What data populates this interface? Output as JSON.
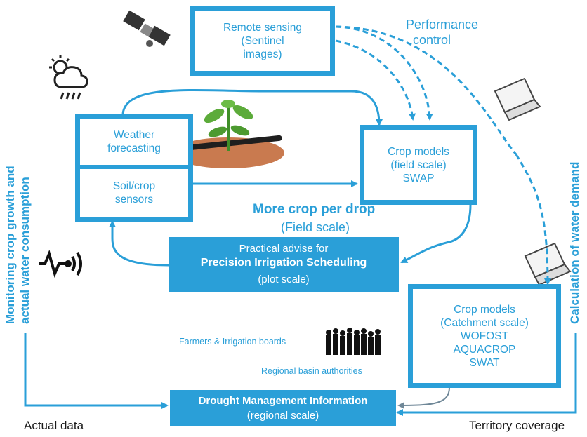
{
  "remote_sensing": [
    "Remote sensing",
    "(Sentinel",
    "images)"
  ],
  "performance_control": [
    "Performance",
    "control"
  ],
  "weather_forecasting": [
    "Weather",
    "forecasting"
  ],
  "soil_crop_sensors": [
    "Soil/crop",
    "sensors"
  ],
  "crop_models_field": [
    "Crop models",
    "(field scale)",
    "SWAP"
  ],
  "more_crop_title": "More crop per drop",
  "more_crop_subtitle": "(Field scale)",
  "practical_advise": {
    "line1": "Practical advise for",
    "line2": "Precision Irrigation Scheduling",
    "line3": "(plot scale)"
  },
  "crop_models_catchment": [
    "Crop models",
    "(Catchment scale)",
    "WOFOST",
    "AQUACROP",
    "SWAT"
  ],
  "farmers_label": "Farmers & Irrigation boards",
  "regional_label": "Regional basin authorities",
  "drought": {
    "title": "Drought Management Information",
    "subtitle": "(regional scale)"
  },
  "actual_data": "Actual data",
  "territory_coverage": "Territory coverage",
  "left_vertical": [
    "Monitoring crop growth and",
    "actual water consumption"
  ],
  "right_vertical": "Calculation of water demand",
  "colors": {
    "accent": "#2a9fd8",
    "text": "#1a1a1a"
  }
}
